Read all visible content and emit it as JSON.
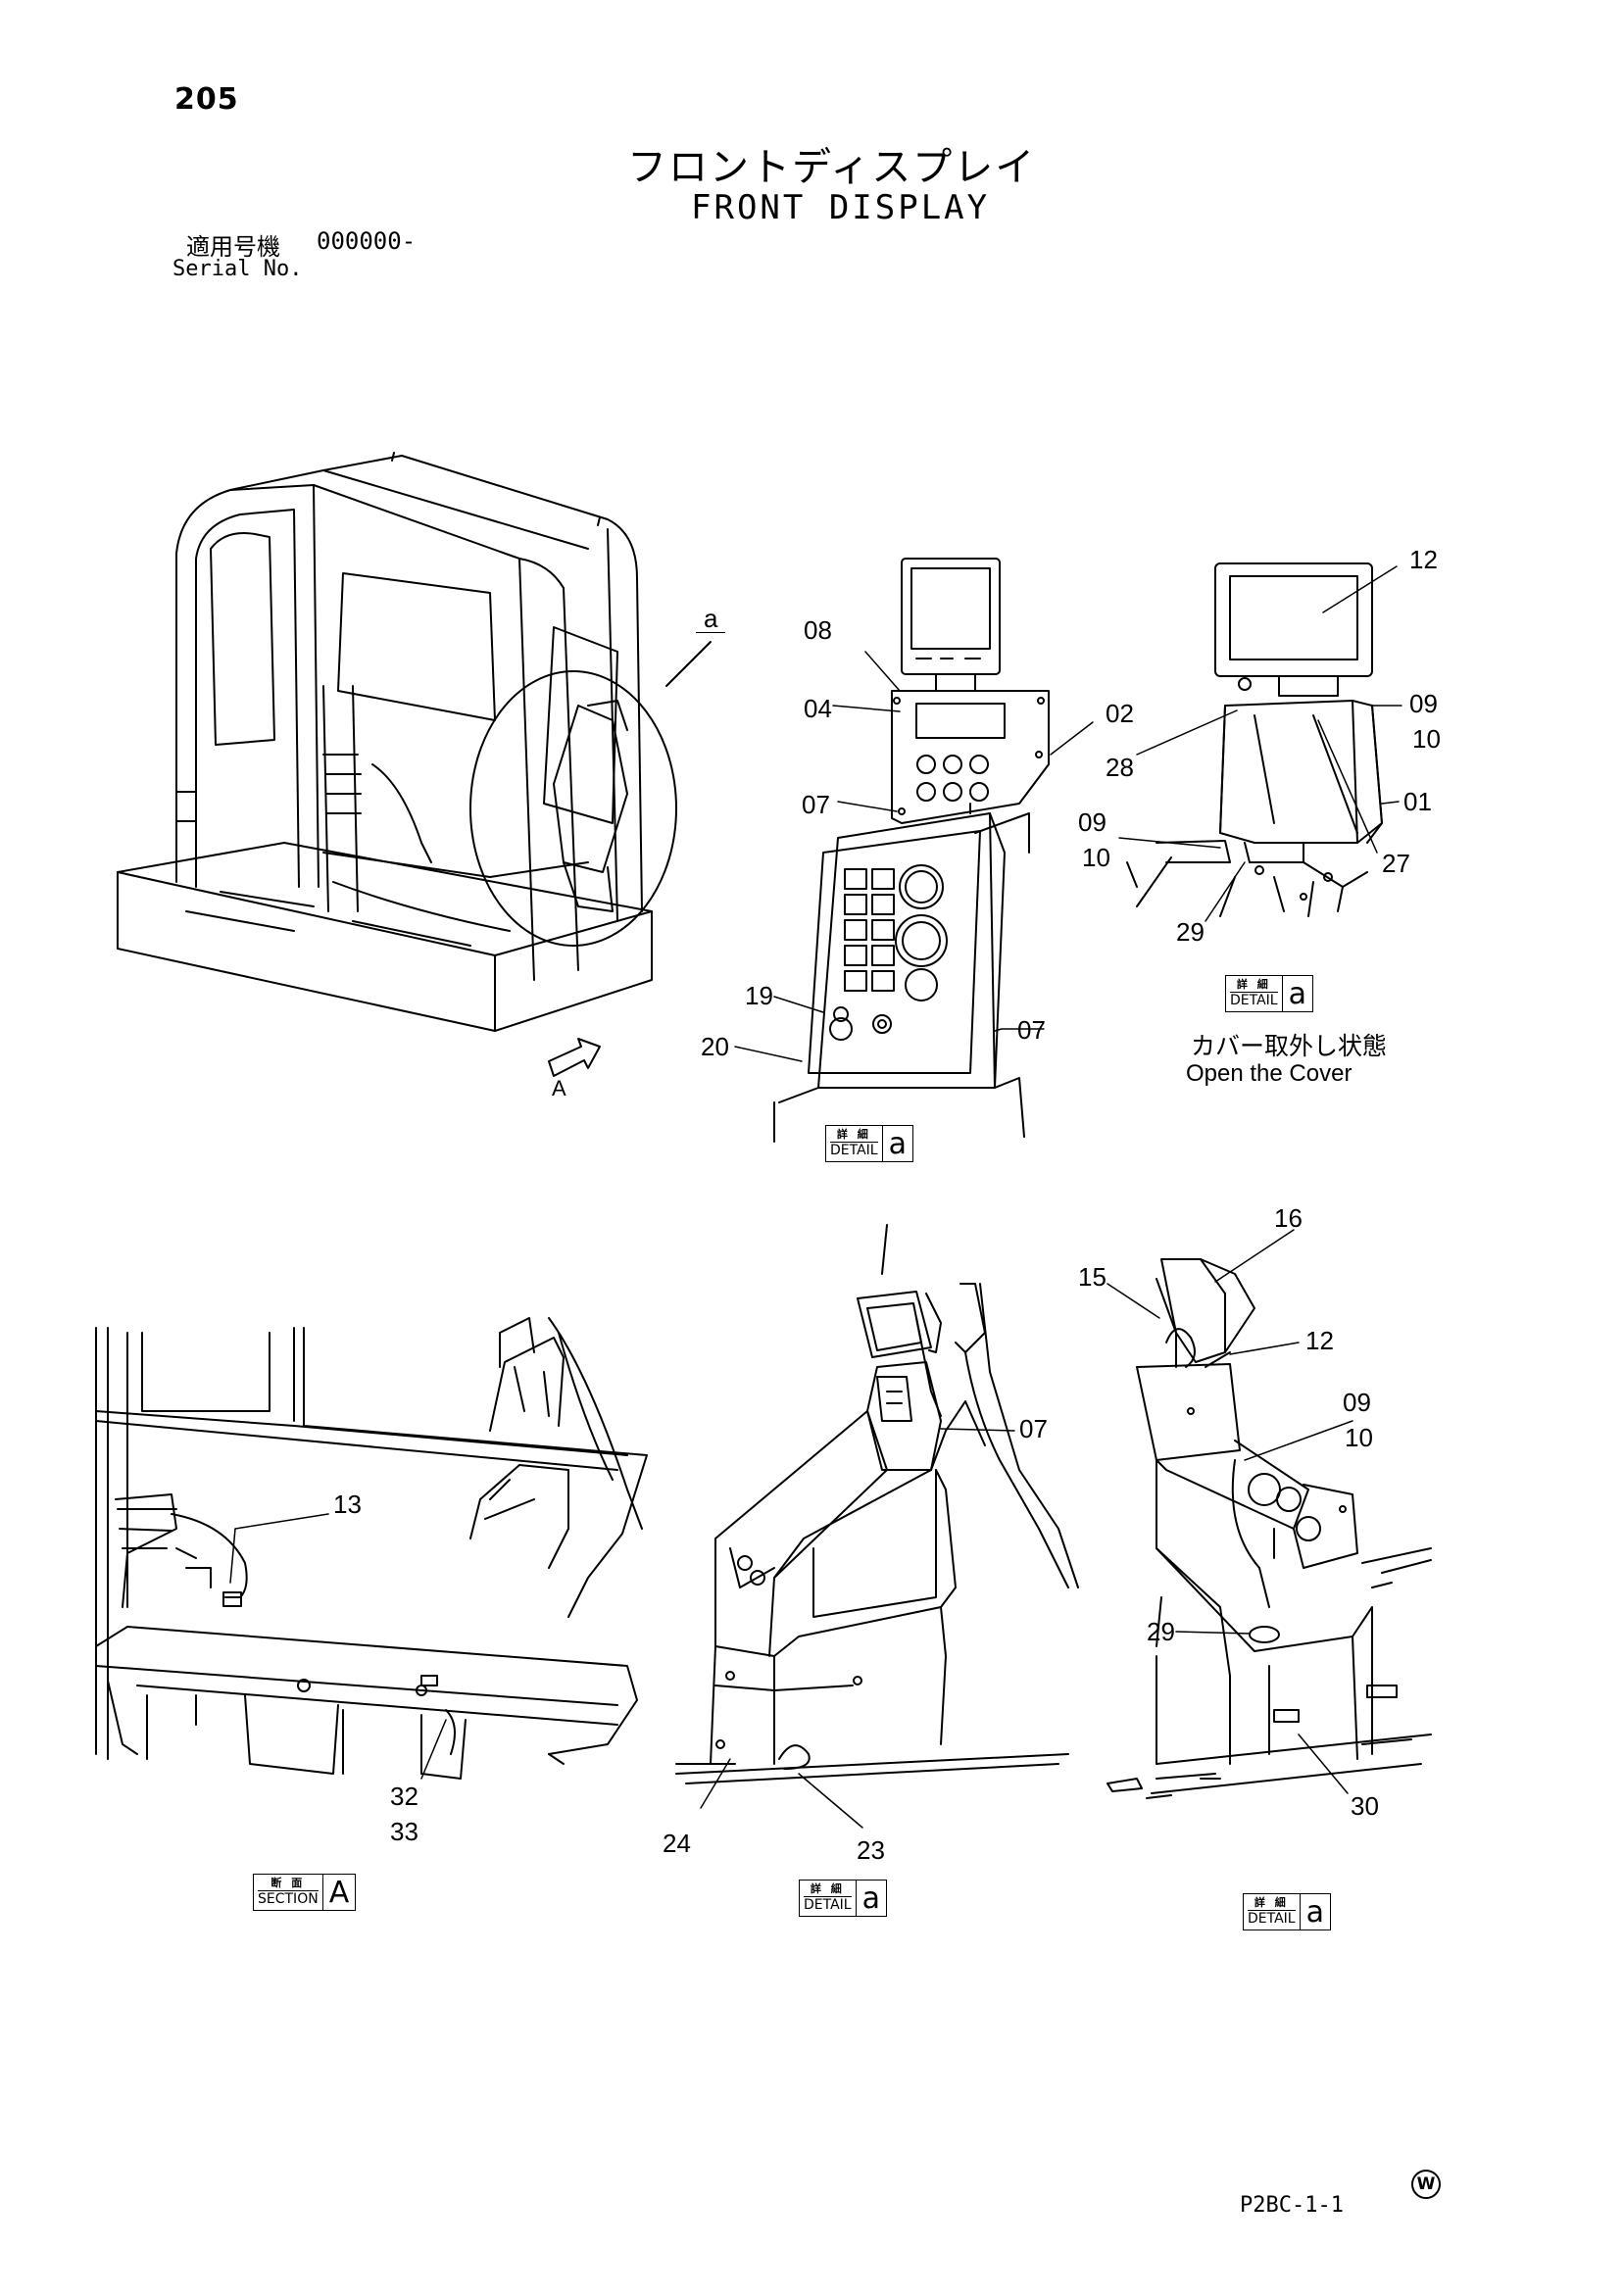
{
  "page_number": "205",
  "title_jp": "フロントディスプレイ",
  "title_en": "FRONT DISPLAY",
  "serial_label_jp": "適用号機",
  "serial_code": "000000-",
  "serial_label_en": "Serial No.",
  "labels": {
    "a": "a",
    "A": "A",
    "p01": "01",
    "p02": "02",
    "p04": "04",
    "p07": "07",
    "p07b": "07",
    "p07c": "07",
    "p08": "08",
    "p09": "09",
    "p10": "10",
    "p09b": "09",
    "p10b": "10",
    "p09c": "09",
    "p10c": "10",
    "p12": "12",
    "p12b": "12",
    "p13": "13",
    "p15": "15",
    "p16": "16",
    "p19": "19",
    "p20": "20",
    "p23": "23",
    "p24": "24",
    "p27": "27",
    "p28": "28",
    "p29": "29",
    "p29b": "29",
    "p30": "30",
    "p32": "32",
    "p33": "33"
  },
  "tags": {
    "detail_jp": "詳 細",
    "detail_en": "DETAIL",
    "section_jp": "断 面",
    "section_en": "SECTION",
    "detail_letter": "a",
    "section_letter": "A"
  },
  "open_cover_jp": "カバー取外し状態",
  "open_cover_en": "Open the Cover",
  "code": "P2BC-1-1",
  "w_mark": "W"
}
